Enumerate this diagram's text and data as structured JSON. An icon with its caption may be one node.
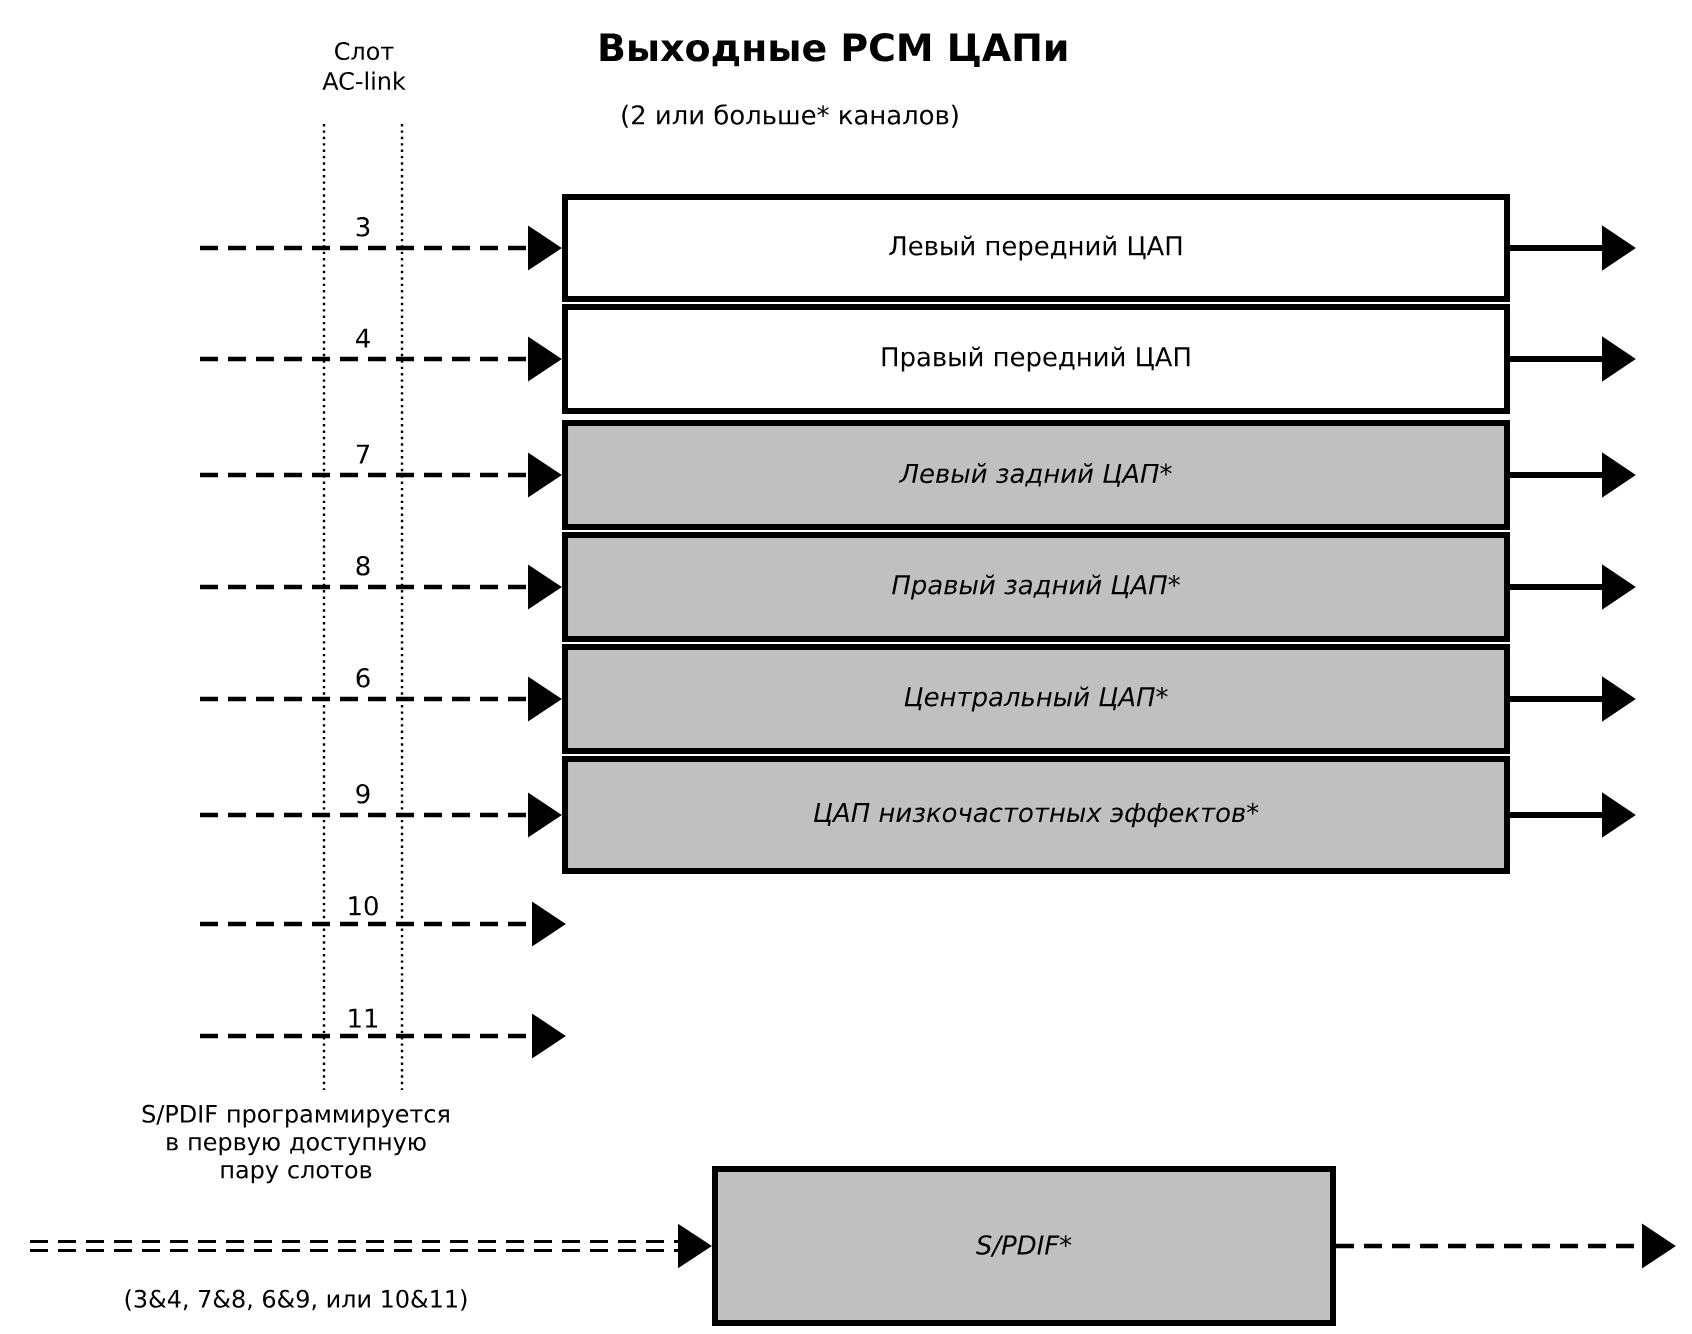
{
  "diagram": {
    "title": "Выходные PCM ЦАПи",
    "nodes": [
      {
        "text": [
          "Левый передний ЦАП"
        ]
      },
      {
        "text": [
          "Правый передний ЦАП"
        ]
      },
      {
        "text": [
          "Левый задний ЦАП*"
        ]
      },
      {
        "text": [
          "Правый задний ЦАП*"
        ]
      },
      {
        "text": [
          "Центральный ЦАП*"
        ]
      },
      {
        "text": [
          "ЦАП низкочастотных эффектов*"
        ]
      },
      {
        "text": [
          "S/PDIF*"
        ]
      }
    ],
    "edges": [
      {
        "from": null,
        "to": 0,
        "arrow": "to",
        "label": "3",
        "style": "dashed"
      },
      {
        "from": null,
        "to": 1,
        "arrow": "to",
        "label": "4",
        "style": "dashed"
      },
      {
        "from": null,
        "to": 2,
        "arrow": "to",
        "label": "7",
        "style": "dashed"
      },
      {
        "from": null,
        "to": 3,
        "arrow": "to",
        "label": "8",
        "style": "dashed"
      },
      {
        "from": null,
        "to": 4,
        "arrow": "to",
        "label": "6",
        "style": "dashed"
      },
      {
        "from": null,
        "to": 5,
        "arrow": "to",
        "label": "9",
        "style": "dashed"
      },
      {
        "from": null,
        "to": 6,
        "arrow": "to",
        "style": "dashed"
      },
      {
        "from": 0,
        "to": null,
        "arrow": "to"
      },
      {
        "from": 1,
        "to": null,
        "arrow": "to"
      },
      {
        "from": 2,
        "to": null,
        "arrow": "to"
      },
      {
        "from": 3,
        "to": null,
        "arrow": "to"
      },
      {
        "from": 4,
        "to": null,
        "arrow": "to"
      },
      {
        "from": 5,
        "to": null,
        "arrow": "to"
      },
      {
        "from": 6,
        "to": null,
        "arrow": "to",
        "style": "dashed"
      }
    ],
    "labels": [
      "Слот AC-link",
      "(2 или больше* каналов)",
      "10",
      "11",
      "S/PDIF программируется в первую доступную пару слотов",
      "(3&4, 7&8, 6&9, или 10&11)"
    ]
  }
}
